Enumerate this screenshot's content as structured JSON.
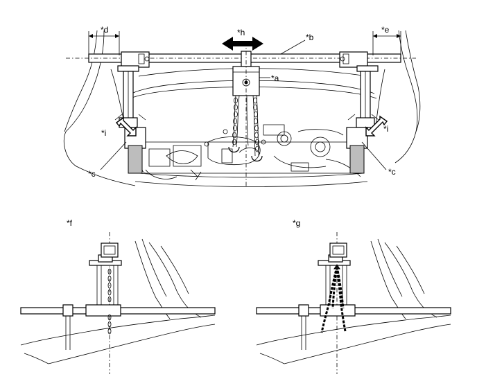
{
  "labels": {
    "a": "*a",
    "b": "*b",
    "c_left": "*c",
    "c_right": "*c",
    "d": "*d",
    "e": "*e",
    "f": "*f",
    "g": "*g",
    "h": "*h",
    "i_left": "*i",
    "i_right": "*i"
  }
}
